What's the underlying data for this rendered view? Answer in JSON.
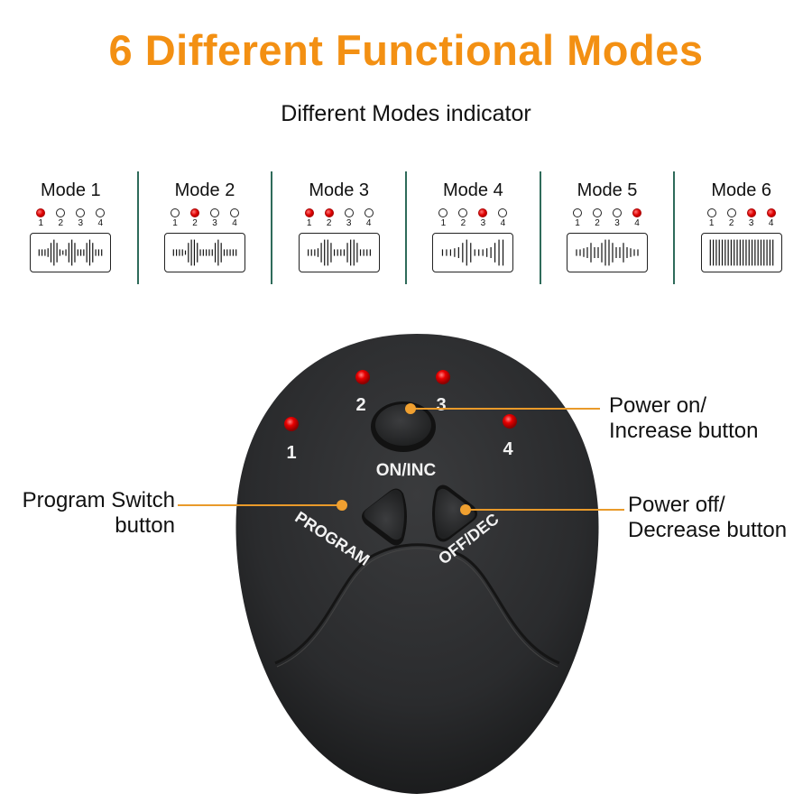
{
  "header": {
    "title": "6 Different Functional Modes",
    "subtitle": "Different Modes indicator"
  },
  "colors": {
    "title_orange": "#f39013",
    "divider_green": "#2f6b5a",
    "led_red": "#e00000",
    "device_body": "#2b2c2e",
    "callout_line": "#e99a2a"
  },
  "modes": [
    {
      "label": "Mode 1",
      "leds": [
        1,
        0,
        0,
        0
      ],
      "led_labels": [
        "1",
        "2",
        "3",
        "4"
      ]
    },
    {
      "label": "Mode 2",
      "leds": [
        0,
        1,
        0,
        0
      ],
      "led_labels": [
        "1",
        "2",
        "3",
        "4"
      ]
    },
    {
      "label": "Mode 3",
      "leds": [
        1,
        1,
        0,
        0
      ],
      "led_labels": [
        "1",
        "2",
        "3",
        "4"
      ]
    },
    {
      "label": "Mode 4",
      "leds": [
        0,
        0,
        1,
        0
      ],
      "led_labels": [
        "1",
        "2",
        "3",
        "4"
      ]
    },
    {
      "label": "Mode 5",
      "leds": [
        0,
        0,
        0,
        1
      ],
      "led_labels": [
        "1",
        "2",
        "3",
        "4"
      ]
    },
    {
      "label": "Mode 6",
      "leds": [
        0,
        0,
        1,
        1
      ],
      "led_labels": [
        "1",
        "2",
        "3",
        "4"
      ]
    }
  ],
  "device": {
    "led_labels": [
      "1",
      "2",
      "3",
      "4"
    ],
    "buttons": {
      "on_inc": "ON/INC",
      "program": "PROGRAM",
      "off_dec": "OFF/DEC"
    }
  },
  "callouts": {
    "power_on": [
      "Power on/",
      "Increase button"
    ],
    "program": [
      "Program Switch",
      "button"
    ],
    "power_off": [
      "Power off/",
      "Decrease button"
    ]
  }
}
